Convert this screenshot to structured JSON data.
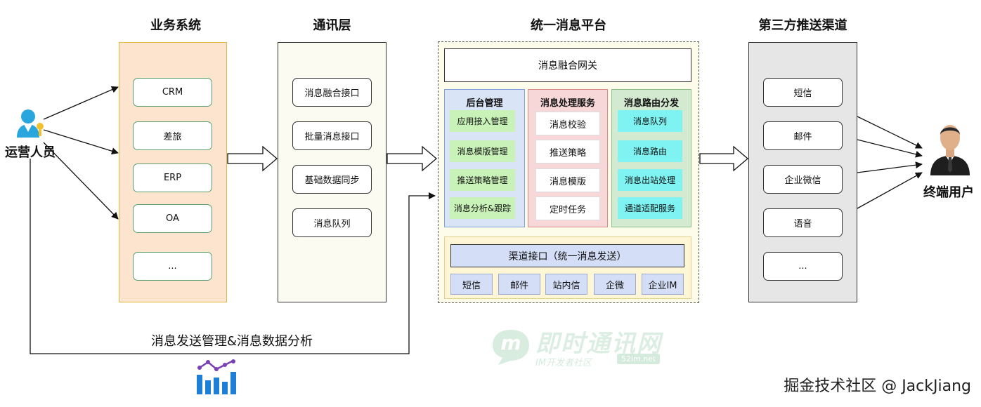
{
  "columns": {
    "business": "业务系统",
    "comm": "通讯层",
    "platform": "统一消息平台",
    "thirdparty": "第三方推送渠道"
  },
  "operator": {
    "label": "运营人员"
  },
  "end_user": {
    "label": "终端用户"
  },
  "business_items": [
    "CRM",
    "差旅",
    "ERP",
    "OA",
    "..."
  ],
  "comm_items": [
    "消息融合接口",
    "批量消息接口",
    "基础数据同步",
    "消息队列"
  ],
  "platform": {
    "gateway": "消息融合网关",
    "admin": {
      "title": "后台管理",
      "items": [
        "应用接入管理",
        "消息模版管理",
        "推送策略管理",
        "消息分析&跟踪"
      ]
    },
    "processing": {
      "title": "消息处理服务",
      "items": [
        "消息校验",
        "推送策略",
        "消息模版",
        "定时任务"
      ]
    },
    "routing": {
      "title": "消息路由分发",
      "items": [
        "消息队列",
        "消息路由",
        "消息出站处理",
        "通道适配服务"
      ]
    },
    "channel_interface": "渠道接口（统一消息发送）",
    "channel_items": [
      "短信",
      "邮件",
      "站内信",
      "企微",
      "企业IM"
    ]
  },
  "thirdparty_items": [
    "短信",
    "邮件",
    "企业微信",
    "语音",
    "..."
  ],
  "bottom_label": "消息发送管理&消息数据分析",
  "watermark": {
    "name": "即时通讯网",
    "sub": "IM开发者社区",
    "url": "52im.net",
    "logo_letter": "m"
  },
  "credit": "掘金技术社区 @ JackJiang",
  "colors": {
    "business_fill": "#fde4cf",
    "business_border": "#e3b94a",
    "comm_fill": "#fbfbf1",
    "platform_fill": "#fdfcea",
    "admin_fill": "#d9e5f7",
    "processing_fill": "#f8d7d8",
    "routing_fill": "#d3ead0",
    "green_item": "#c9f2b8",
    "cyan_item": "#7ff2f2",
    "thirdparty_fill": "#e6e6e6",
    "channel_bar": "#d4dff7"
  }
}
